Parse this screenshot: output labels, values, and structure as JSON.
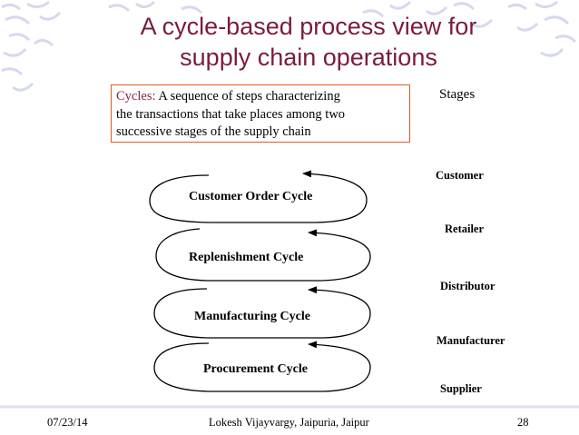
{
  "slide": {
    "title_line1": "A cycle-based process view for",
    "title_line2": "supply chain operations",
    "definition": {
      "term": "Cycles:",
      "text_line1": "A sequence of steps characterizing",
      "text_line2": "the transactions that take places among two",
      "text_line3": "successive stages of the supply chain"
    },
    "stages_heading": "Stages",
    "stages": [
      "Customer",
      "Retailer",
      "Distributor",
      "Manufacturer",
      "Supplier"
    ],
    "cycles": [
      "Customer Order Cycle",
      "Replenishment Cycle",
      "Manufacturing Cycle",
      "Procurement Cycle"
    ],
    "footer": {
      "date": "07/23/14",
      "author": "Lokesh Vijayvargy, Jaipuria, Jaipur",
      "page": "28"
    },
    "colors": {
      "title": "#7a1c3c",
      "box_border": "#e05a20",
      "term": "#8b2252",
      "background_strokes": "#c8cde8"
    }
  }
}
